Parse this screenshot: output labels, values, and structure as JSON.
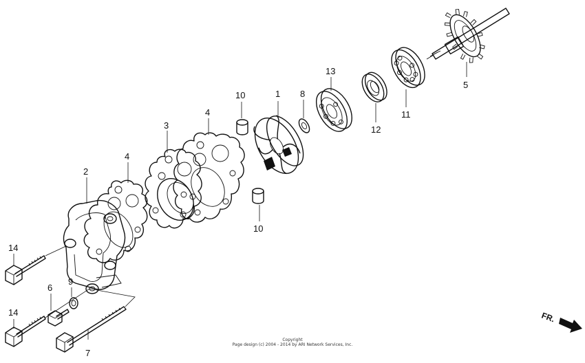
{
  "callouts": [
    {
      "id": "c1",
      "label": "1"
    },
    {
      "id": "c2",
      "label": "2"
    },
    {
      "id": "c3",
      "label": "3"
    },
    {
      "id": "c4a",
      "label": "4"
    },
    {
      "id": "c4b",
      "label": "4"
    },
    {
      "id": "c5",
      "label": "5"
    },
    {
      "id": "c6",
      "label": "6"
    },
    {
      "id": "c7",
      "label": "7"
    },
    {
      "id": "c8",
      "label": "8"
    },
    {
      "id": "c9",
      "label": "9"
    },
    {
      "id": "c10a",
      "label": "10"
    },
    {
      "id": "c10b",
      "label": "10"
    },
    {
      "id": "c11",
      "label": "11"
    },
    {
      "id": "c12",
      "label": "12"
    },
    {
      "id": "c13",
      "label": "13"
    },
    {
      "id": "c14a",
      "label": "14"
    },
    {
      "id": "c14b",
      "label": "14"
    }
  ],
  "direction_label": "FR.",
  "footer": {
    "line1": "Copyright",
    "line2": "Page design (c) 2004 - 2014 by ARI Network Services, Inc."
  }
}
